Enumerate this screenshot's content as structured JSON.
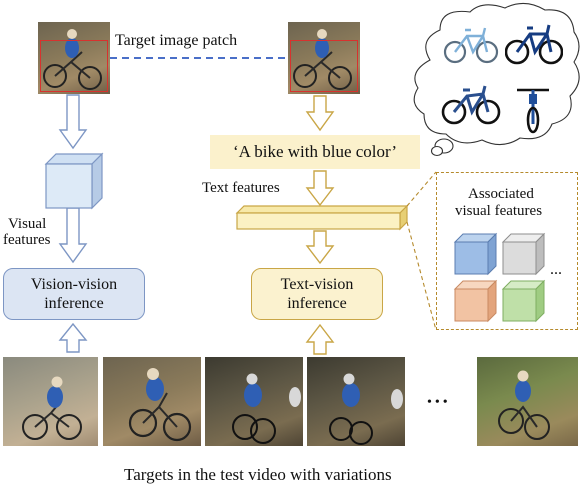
{
  "labels": {
    "target_patch": "Target image patch",
    "caption": "‘A bike with blue color’",
    "text_features": "Text features",
    "visual_features_line1": "Visual",
    "visual_features_line2": "features",
    "vision_inference_line1": "Vision-vision",
    "vision_inference_line2": "inference",
    "text_inference_line1": "Text-vision",
    "text_inference_line2": "inference",
    "assoc_line1": "Associated",
    "assoc_line2": "visual features",
    "assoc_ellipsis": "...",
    "frames_ellipsis": "•••",
    "bottom_caption": "Targets in the test video with variations"
  },
  "colors": {
    "vision_blue": "#7d96c4",
    "text_yellow": "#c9a646",
    "feature_blue": "#9dbde6",
    "feature_gray": "#dcdcdc",
    "feature_orange": "#f2c3a3",
    "feature_green": "#bfe0a8",
    "patch_red": "#d8322e",
    "link_dash": "#4a6fc8"
  },
  "icons": [
    "thought-cloud-icon",
    "bicycle-icon"
  ]
}
